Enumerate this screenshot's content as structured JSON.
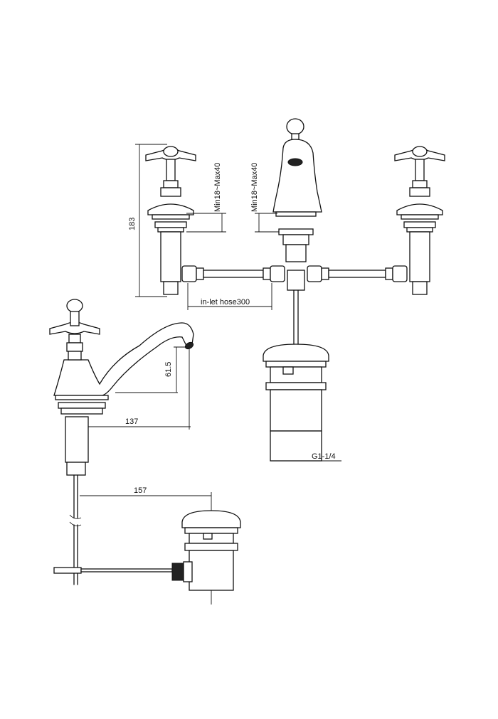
{
  "dimensions": {
    "height_183": "183",
    "min_max_left": "Min18~Max40",
    "min_max_right": "Min18~Max40",
    "inlet_hose": "in-let hose300",
    "drain_thread": "G1-1/4",
    "spout_height": "61.5",
    "spout_reach": "137",
    "waste_reach": "157"
  }
}
